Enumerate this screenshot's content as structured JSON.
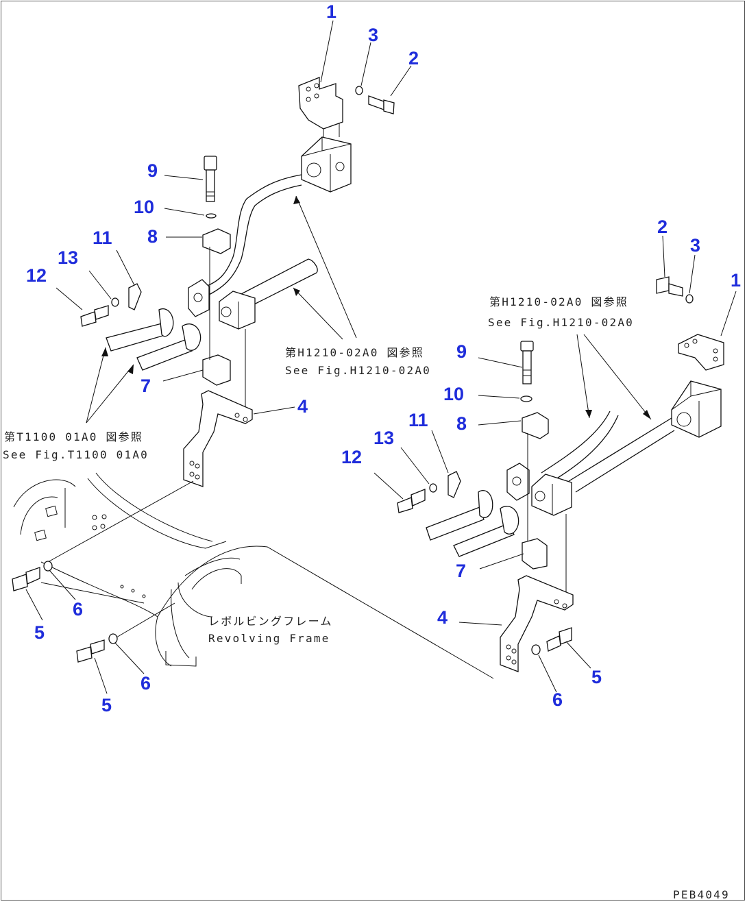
{
  "diagram": {
    "drawing_code": "PEB4049",
    "callouts": {
      "left": [
        "1",
        "3",
        "2",
        "9",
        "10",
        "8",
        "11",
        "13",
        "12",
        "7",
        "4",
        "5",
        "6",
        "5",
        "6"
      ],
      "right": [
        "2",
        "3",
        "1",
        "9",
        "10",
        "8",
        "11",
        "13",
        "12",
        "7",
        "4",
        "5",
        "6"
      ]
    },
    "references": {
      "left_pipe_jp": "第H1210-02A0 図参照",
      "left_pipe_en": "See Fig.H1210-02A0",
      "left_hose_jp": "第T1100 01A0 図参照",
      "left_hose_en": "See Fig.T1100 01A0",
      "right_pipe_jp": "第H1210-02A0 図参照",
      "right_pipe_en": "See Fig.H1210-02A0"
    },
    "frame_label_jp": "レボルビングフレーム",
    "frame_label_en": "Revolving Frame"
  }
}
